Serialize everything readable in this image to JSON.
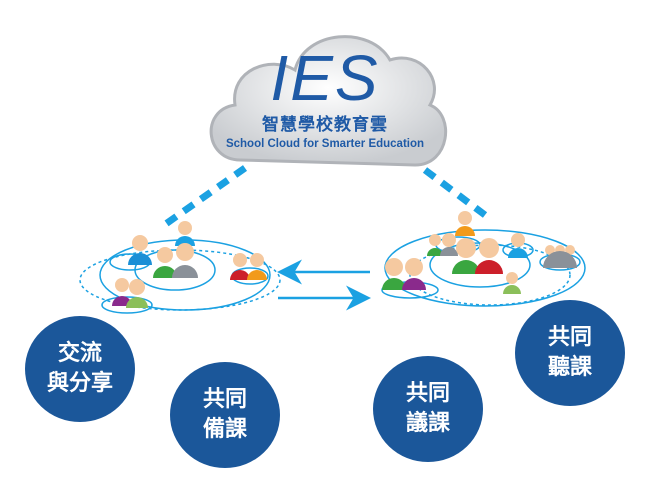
{
  "logo": {
    "title": "IES",
    "subtitle_zh": "智慧學校教育雲",
    "subtitle_en": "School Cloud for Smarter Education"
  },
  "bubbles": [
    {
      "line1": "交流",
      "line2": "與分享"
    },
    {
      "line1": "共同",
      "line2": "備課"
    },
    {
      "line1": "共同",
      "line2": "議課"
    },
    {
      "line1": "共同",
      "line2": "聽課"
    }
  ],
  "colors": {
    "bubble": "#1b579a",
    "accent": "#1ba1e2",
    "logo": "#1f5aa6"
  }
}
